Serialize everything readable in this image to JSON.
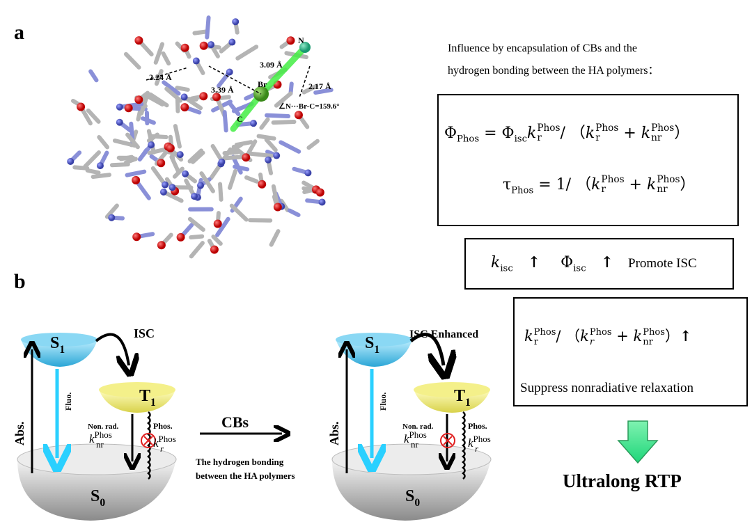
{
  "panels": {
    "a": "a",
    "b": "b"
  },
  "molecule": {
    "labels": {
      "d1": "2.24 Å",
      "d2": "3.39 Å",
      "d3": "3.09 Å",
      "d4": "2.17 Å",
      "angle": "∠N···Br-C=159.6°",
      "N": "N",
      "Br": "Br",
      "C": "C"
    },
    "colors": {
      "carbon": "#a8a8a8",
      "nitrogen": "#5a63c8",
      "oxygen": "#cc1a1a",
      "bromine": "#5aa82a",
      "highlight": "#44ee44"
    }
  },
  "intro": {
    "line1": "Influence by encapsulation of CBs and the",
    "line2": "hydrogen bonding between the HA polymers："
  },
  "equations": {
    "phi": "Φ",
    "phos": "Phos",
    "isc": "isc",
    "k": "k",
    "r": "r",
    "nr": "nr",
    "eq": " = ",
    "slash": "/ （",
    "plus": " + ",
    "close": "）",
    "tau": "τ",
    "one": "1"
  },
  "promote": {
    "arrow": "↑",
    "label": "Promote  ISC"
  },
  "suppress": {
    "label": "Suppress nonradiative relaxation"
  },
  "result": {
    "label": "Ultralong RTP"
  },
  "diagram": {
    "S1": "S",
    "S1_sub": "1",
    "T1": "T",
    "T1_sub": "1",
    "S0": "S",
    "S0_sub": "0",
    "isc": "ISC",
    "isc_enhanced": "ISC Enhanced",
    "abs": "Abs.",
    "fluo": "Fluo.",
    "nonrad": "Non. rad.",
    "phos": "Phos.",
    "knr": "k",
    "knr_sub": "nr",
    "kr_sub": "r",
    "k_sup": "Phos",
    "cbs": "CBs",
    "hb_line1": "The hydrogen bonding",
    "hb_line2": "between the HA polymers"
  }
}
